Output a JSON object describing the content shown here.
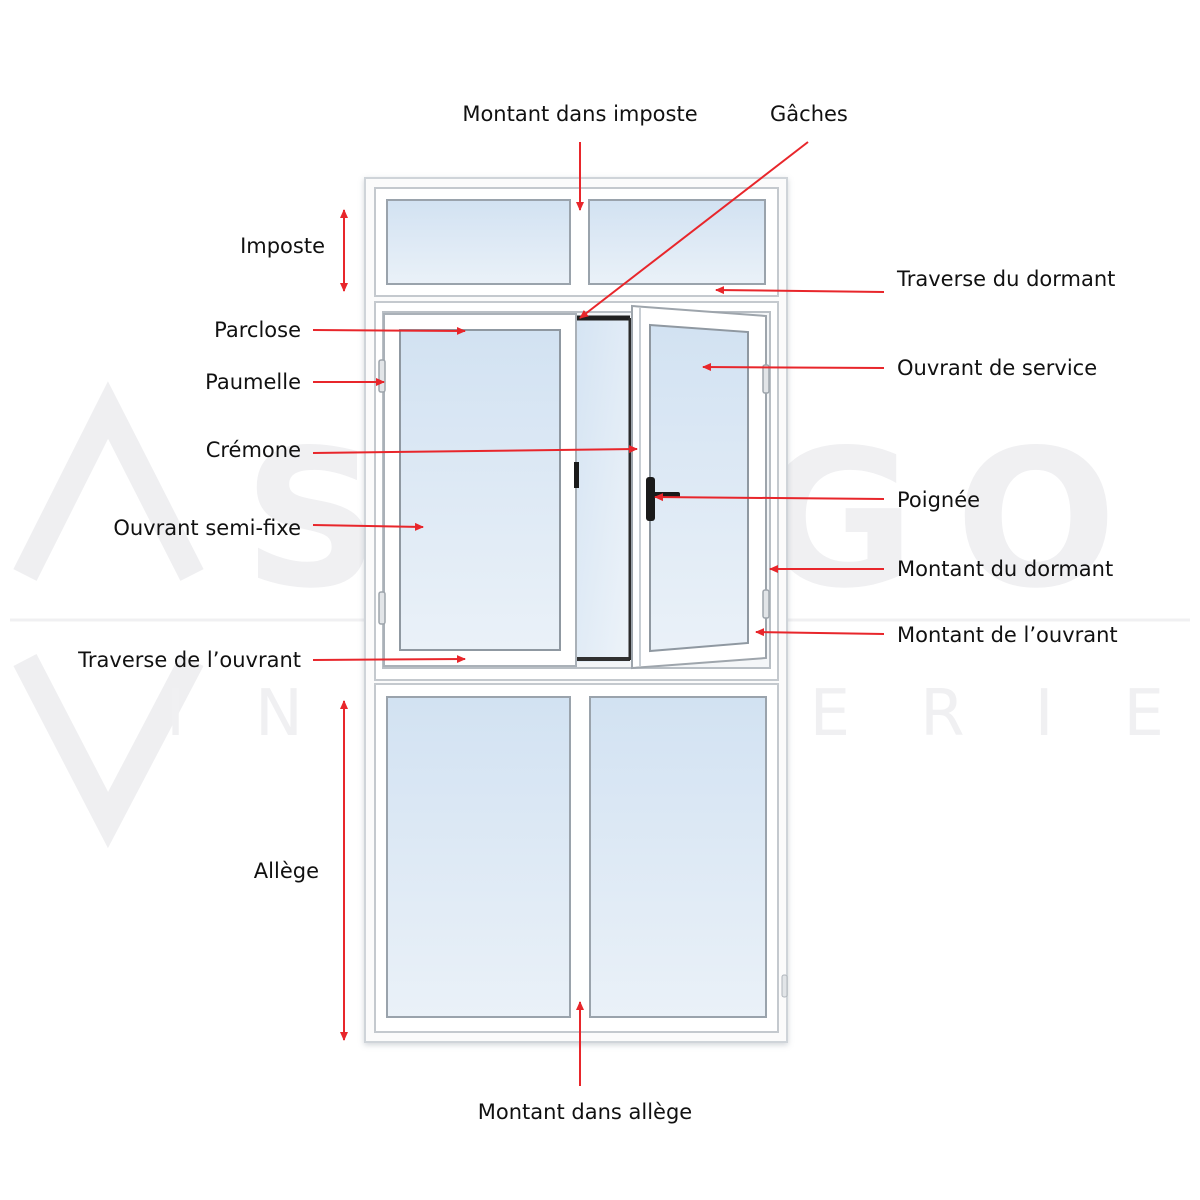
{
  "watermark": {
    "brand": "STEGO",
    "subtitle": "INGENIERIE"
  },
  "colors": {
    "arrow": "#e8262b",
    "frame": "#ffffff",
    "frame_edge": "#c9ced3",
    "glass_top": "#d3e3f3",
    "glass_bottom": "#eef3f8",
    "handle": "#1a1a1a",
    "watermark": "#ececee"
  },
  "labels": {
    "montant_imposte": "Montant dans imposte",
    "gaches": "Gâches",
    "imposte": "Imposte",
    "traverse_dormant": "Traverse du dormant",
    "parclose": "Parclose",
    "ouvrant_service": "Ouvrant de service",
    "paumelle": "Paumelle",
    "cremone": "Crémone",
    "poignee": "Poignée",
    "ouvrant_semi_fixe": "Ouvrant semi-fixe",
    "montant_dormant": "Montant du dormant",
    "montant_ouvrant": "Montant de l’ouvrant",
    "traverse_ouvrant": "Traverse de l’ouvrant",
    "allege": "Allège",
    "montant_allege": "Montant dans allège"
  }
}
